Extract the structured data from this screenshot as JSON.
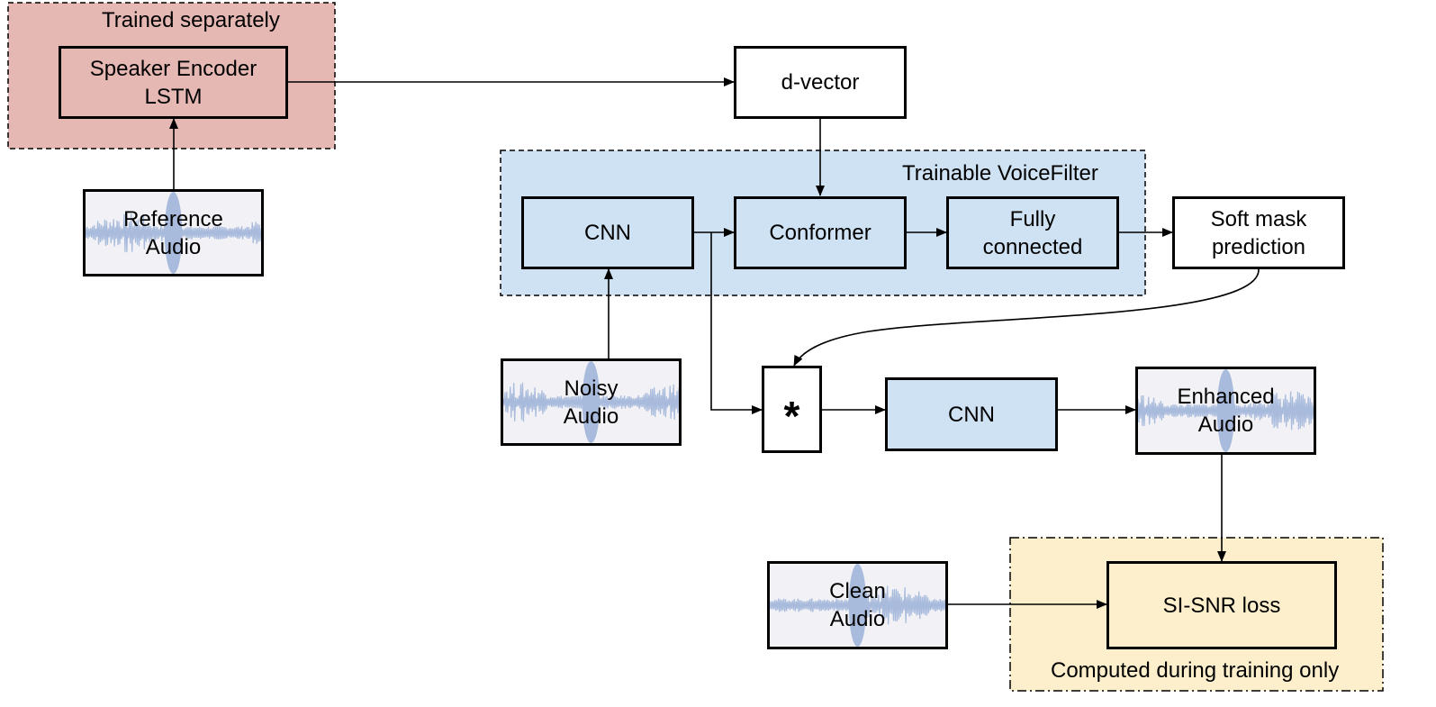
{
  "colors": {
    "trained_separately_fill": "#e6b8b4",
    "voicefilter_fill": "#cfe2f3",
    "training_only_fill": "#fdefcb",
    "waveform": "#a9bbdc",
    "wave_background": "#f2f2f6",
    "line": "#000000"
  },
  "groups": {
    "trained_separately": "Trained separately",
    "voicefilter": "Trainable VoiceFilter",
    "training_only": "Computed during training only"
  },
  "nodes": {
    "speaker_encoder": "Speaker Encoder\nLSTM",
    "dvector": "d-vector",
    "reference_audio": "Reference\nAudio",
    "cnn_in": "CNN",
    "conformer": "Conformer",
    "fully_connected": "Fully\nconnected",
    "soft_mask": "Soft mask\nprediction",
    "noisy_audio": "Noisy\nAudio",
    "multiply": "*",
    "cnn_out": "CNN",
    "enhanced_audio": "Enhanced\nAudio",
    "clean_audio": "Clean\nAudio",
    "sisnr_loss": "SI-SNR loss"
  }
}
